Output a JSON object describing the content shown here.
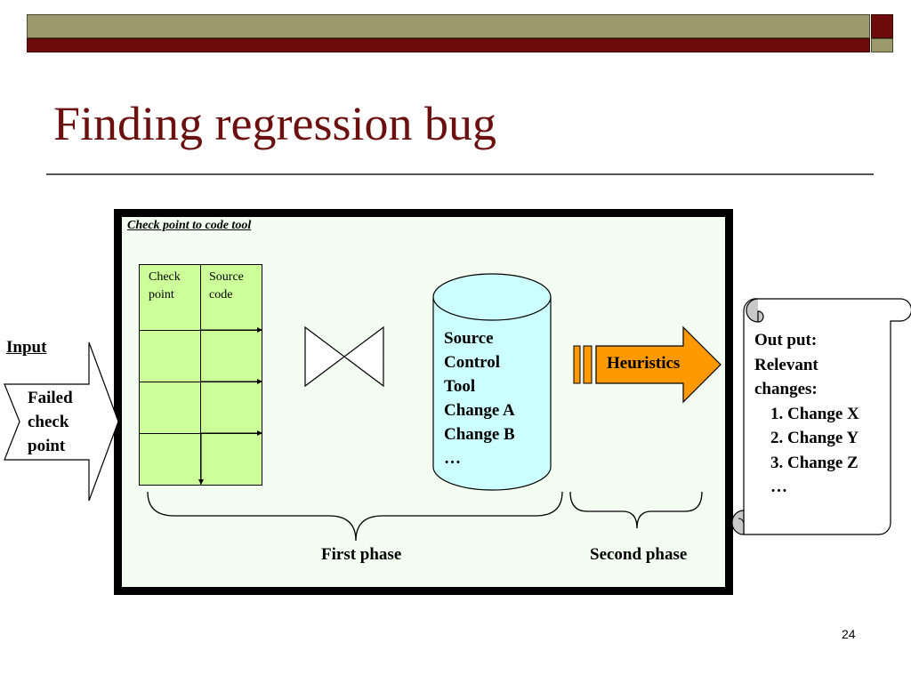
{
  "slide": {
    "title": "Finding regression bug",
    "page_number": "24"
  },
  "panel": {
    "caption": "Check point to code tool"
  },
  "table": {
    "headers": [
      "Check point",
      "Source code"
    ],
    "rows": 3
  },
  "source_control": {
    "lines": [
      "Source",
      "Control",
      "Tool",
      "Change A",
      "Change B",
      "…"
    ]
  },
  "heuristics": {
    "label": "Heuristics"
  },
  "input": {
    "label": "Input",
    "lines": [
      "Failed",
      "check",
      "point"
    ]
  },
  "output": {
    "lines": [
      "Out put:",
      "Relevant",
      "changes:"
    ],
    "items": [
      "1. Change X",
      "2. Change Y",
      "3. Change Z",
      "…"
    ]
  },
  "phases": {
    "first": "First phase",
    "second": "Second phase"
  },
  "colors": {
    "title": "#6b0f0f",
    "olive_bar": "#9c9a6c",
    "maroon_bar": "#6e0c0c",
    "table_fill": "#ccff99",
    "cylinder_fill": "#ccffff",
    "arrow_fill": "#ff9900",
    "panel_fill": "#f3fdf1"
  }
}
